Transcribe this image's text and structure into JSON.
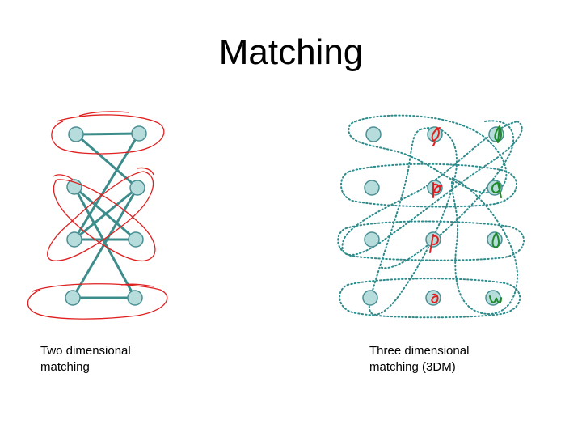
{
  "title": "Matching",
  "captions": {
    "left": {
      "line1": "Two dimensional",
      "line2": "matching"
    },
    "right": {
      "line1": "Three dimensional",
      "line2": "matching (3DM)"
    }
  },
  "colors": {
    "node_fill": "#b7dcdc",
    "node_stroke": "#4a8f94",
    "edge": "#3d8c8c",
    "ink_red": "#e02020",
    "ink_green": "#1f8a2a",
    "dotted": "#2e8b8b"
  }
}
